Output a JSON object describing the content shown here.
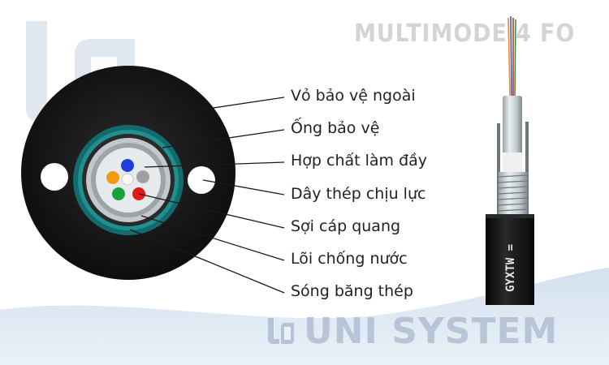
{
  "header": {
    "product_title": "MULTIMODE 4 FO"
  },
  "brand": {
    "name": "UNI SYSTEM"
  },
  "diagram": {
    "labels": [
      "Vỏ bảo vệ ngoài",
      "Ống bảo vệ",
      "Hợp chất làm đầy",
      "Dây thép chịu lực",
      "Sợi cáp quang",
      "Lõi chống nước",
      "Sóng băng thép"
    ],
    "cable_print": "GYXTW ="
  },
  "colors": {
    "jacket": "#141414",
    "steel_armor": "#1f8f90",
    "tube": "#b4bcc0",
    "fiber_blue": "#1d3fd8",
    "fiber_orange": "#f29a18",
    "fiber_white": "#f4f4f4",
    "fiber_green": "#17a23c",
    "fiber_red": "#e01a1a",
    "fiber_gray": "#a0a0a0",
    "wave": "#ccdcec"
  }
}
